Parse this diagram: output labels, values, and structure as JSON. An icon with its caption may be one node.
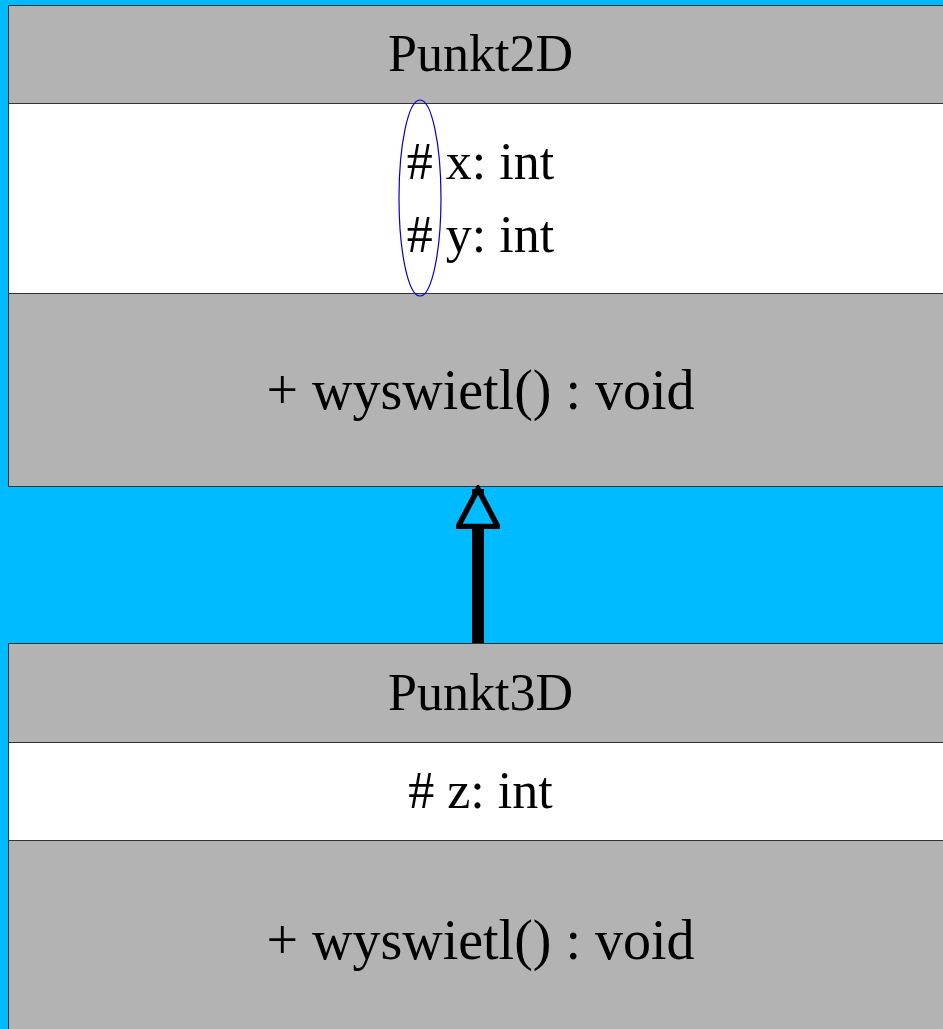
{
  "diagram": {
    "nodes": [
      {
        "text": [
          "Punkt2D"
        ]
      },
      {
        "text": [
          "# x: int",
          "# y: int"
        ]
      },
      {
        "text": [
          "+ wyswietl() : void"
        ]
      },
      {
        "text": [
          "Punkt3D"
        ]
      },
      {
        "text": [
          "# z: int"
        ]
      },
      {
        "text": [
          "+ wyswietl() : void"
        ]
      }
    ],
    "edges": [
      {
        "from": 3,
        "to": 2,
        "arrow": "to"
      }
    ]
  }
}
